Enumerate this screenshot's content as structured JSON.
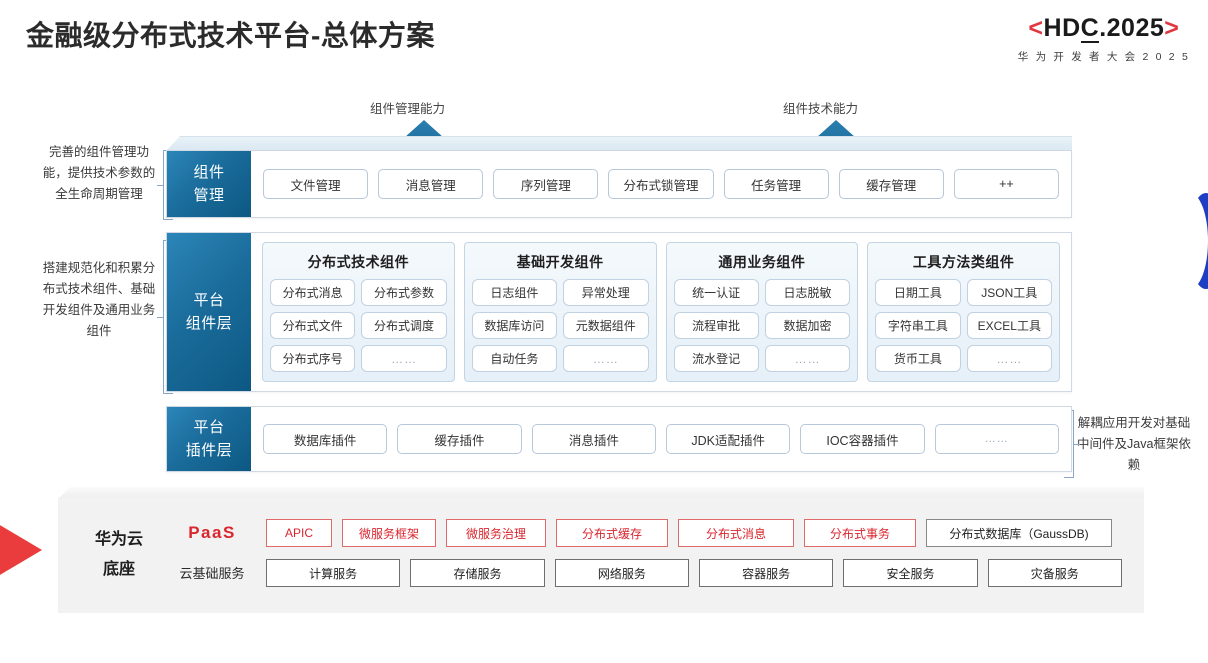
{
  "header": {
    "title": "金融级分布式技术平台-总体方案",
    "logo": {
      "left_bracket": "<",
      "text": "HD",
      "underlined": "C",
      "text_tail": ".2025",
      "right_bracket": ">",
      "subtitle": "华 为 开 发 者 大 会 2 0 2 5"
    }
  },
  "capability_labels": {
    "management": "组件管理能力",
    "technical": "组件技术能力"
  },
  "left_notes": [
    "完善的组件管理功能，提供技术参数的全生命周期管理",
    "搭建规范化和积累分布式技术组件、基础开发组件及通用业务组件"
  ],
  "right_notes": [
    "解耦应用开发对基础中间件及Java框架依赖"
  ],
  "layers": {
    "component_management": {
      "tab_line1": "组件",
      "tab_line2": "管理",
      "items": [
        "文件管理",
        "消息管理",
        "序列管理",
        "分布式锁管理",
        "任务管理",
        "缓存管理",
        "++"
      ]
    },
    "platform_component": {
      "tab_line1": "平台",
      "tab_line2": "组件层",
      "groups": [
        {
          "title": "分布式技术组件",
          "items": [
            "分布式消息",
            "分布式参数",
            "分布式文件",
            "分布式调度",
            "分布式序号",
            "……"
          ]
        },
        {
          "title": "基础开发组件",
          "items": [
            "日志组件",
            "异常处理",
            "数据库访问",
            "元数据组件",
            "自动任务",
            "……"
          ]
        },
        {
          "title": "通用业务组件",
          "items": [
            "统一认证",
            "日志脱敏",
            "流程审批",
            "数据加密",
            "流水登记",
            "……"
          ]
        },
        {
          "title": "工具方法类组件",
          "items": [
            "日期工具",
            "JSON工具",
            "字符串工具",
            "EXCEL工具",
            "货币工具",
            "……"
          ]
        }
      ]
    },
    "platform_plugin": {
      "tab_line1": "平台",
      "tab_line2": "插件层",
      "items": [
        "数据库插件",
        "缓存插件",
        "消息插件",
        "JDK适配插件",
        "IOC容器插件",
        "……"
      ]
    }
  },
  "cloud_base": {
    "title_line1": "华为云",
    "title_line2": "底座",
    "paas_label": "PaaS",
    "cloud_service_label": "云基础服务",
    "paas_items": [
      {
        "label": "APIC",
        "style": "red"
      },
      {
        "label": "微服务框架",
        "style": "red"
      },
      {
        "label": "微服务治理",
        "style": "red"
      },
      {
        "label": "分布式缓存",
        "style": "red"
      },
      {
        "label": "分布式消息",
        "style": "red"
      },
      {
        "label": "分布式事务",
        "style": "red"
      },
      {
        "label": "分布式数据库（GaussDB)",
        "style": "gray"
      }
    ],
    "cloud_services": [
      "计算服务",
      "存储服务",
      "网络服务",
      "容器服务",
      "安全服务",
      "灾备服务"
    ]
  },
  "colors": {
    "brand_red": "#d9262e",
    "tab_blue": "#1a6c9b",
    "arrow_blue": "#16628f",
    "chip_border": "#b7c8da",
    "deco_blue": "#1e3fc4"
  }
}
